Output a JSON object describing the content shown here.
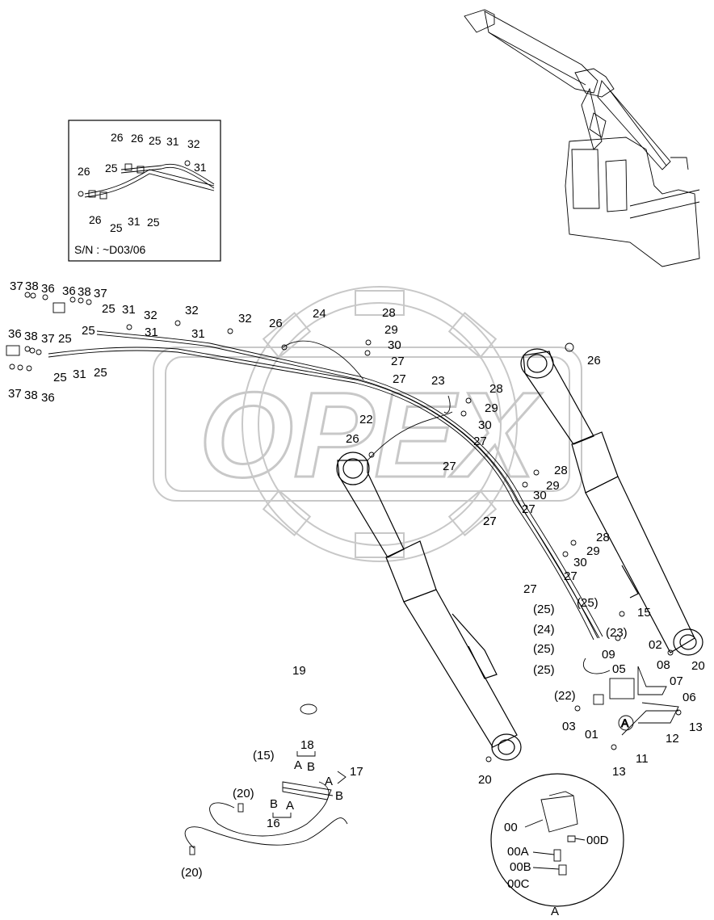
{
  "inset": {
    "serial_text": "S/N :  ~D03/06",
    "labels": [
      "26",
      "26",
      "25",
      "31",
      "32",
      "26",
      "25",
      "31",
      "26",
      "25",
      "31",
      "25"
    ]
  },
  "watermark": "OPEX",
  "callouts": {
    "left_group": [
      "37",
      "38",
      "36",
      "36",
      "38",
      "37",
      "25",
      "31",
      "32",
      "32",
      "36",
      "38",
      "37",
      "25",
      "31",
      "25",
      "37",
      "38",
      "36",
      "25",
      "31",
      "25",
      "32",
      "31"
    ],
    "center_group": [
      "26",
      "24",
      "28",
      "29",
      "30",
      "27",
      "27",
      "23",
      "28",
      "29",
      "30",
      "27",
      "22",
      "26",
      "27",
      "27",
      "28",
      "29",
      "30",
      "27",
      "27",
      "28",
      "29",
      "30",
      "27",
      "27"
    ],
    "lower_group": [
      "(25)",
      "(25)",
      "(24)",
      "(25)",
      "(25)",
      "(22)",
      "(23)",
      "15",
      "09",
      "02",
      "05",
      "08",
      "07",
      "06",
      "03",
      "01",
      "13",
      "12",
      "11",
      "13",
      "20",
      "20",
      "26",
      "19"
    ],
    "harness_group": [
      "(15)",
      "18",
      "A",
      "B",
      "17",
      "A",
      "B",
      "(20)",
      "B",
      "A",
      "16",
      "(20)"
    ],
    "detail_a": [
      "00",
      "00D",
      "00A",
      "00B",
      "00C",
      "A"
    ]
  },
  "icons": {
    "excavator": "excavator-icon",
    "circle_marker": "circle-a-marker"
  }
}
